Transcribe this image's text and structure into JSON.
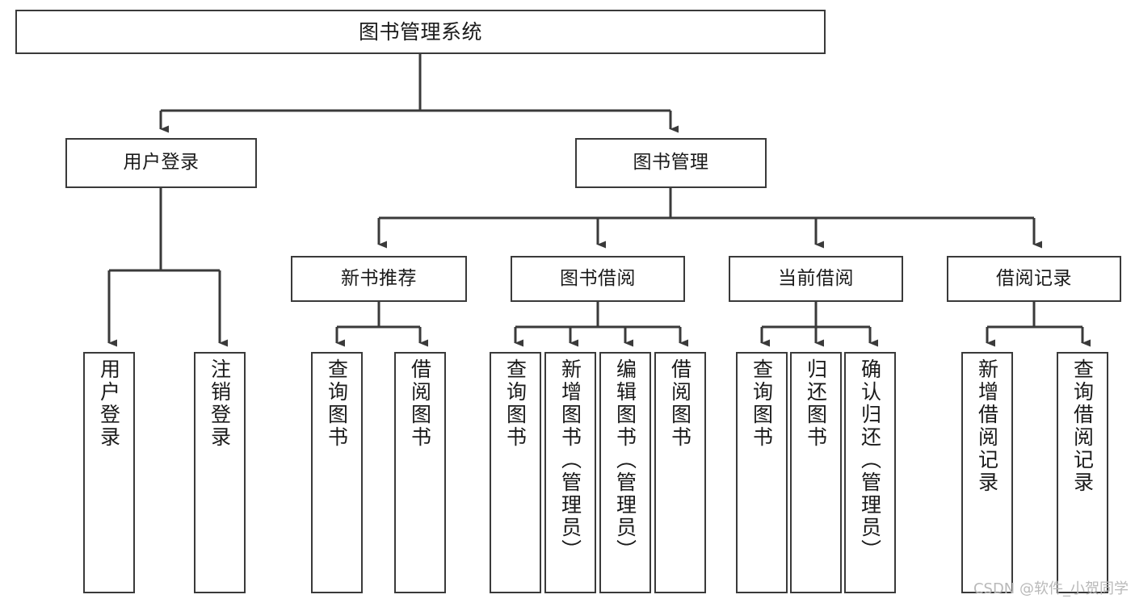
{
  "diagram": {
    "title": "图书管理系统",
    "type": "tree",
    "orientation": "top-down",
    "colors": {
      "background": "#ffffff",
      "box_border": "#3a3a3a",
      "box_fill": "#ffffff",
      "connector": "#3a3a3a",
      "text": "#1a1a1a",
      "watermark": "#b9b9b9"
    }
  },
  "nodes": {
    "root": {
      "label": "图书管理系统"
    },
    "level1": [
      {
        "id": "user-login",
        "label": "用户登录"
      },
      {
        "id": "book-management",
        "label": "图书管理"
      }
    ],
    "level2": [
      {
        "id": "new-book-recommend",
        "label": "新书推荐"
      },
      {
        "id": "book-borrow",
        "label": "图书借阅"
      },
      {
        "id": "current-borrow",
        "label": "当前借阅"
      },
      {
        "id": "borrow-record",
        "label": "借阅记录"
      }
    ],
    "leaves": {
      "user_login": [
        {
          "id": "leaf-user-login",
          "label": "用户登录"
        },
        {
          "id": "leaf-logout-login",
          "label": "注销登录"
        }
      ],
      "new_book_recommend": [
        {
          "id": "leaf-query-book-1",
          "label": "查询图书"
        },
        {
          "id": "leaf-borrow-book-1",
          "label": "借阅图书"
        }
      ],
      "book_borrow": [
        {
          "id": "leaf-query-book-2",
          "label": "查询图书"
        },
        {
          "id": "leaf-add-book-admin",
          "label": "新增图书（管理员）"
        },
        {
          "id": "leaf-edit-book-admin",
          "label": "编辑图书（管理员）"
        },
        {
          "id": "leaf-borrow-book-2",
          "label": "借阅图书"
        }
      ],
      "current_borrow": [
        {
          "id": "leaf-query-book-3",
          "label": "查询图书"
        },
        {
          "id": "leaf-return-book",
          "label": "归还图书"
        },
        {
          "id": "leaf-confirm-return-admin",
          "label": "确认归还（管理员）"
        }
      ],
      "borrow_record": [
        {
          "id": "leaf-add-borrow-record",
          "label": "新增借阅记录"
        },
        {
          "id": "leaf-query-borrow-record",
          "label": "查询借阅记录"
        }
      ]
    }
  },
  "watermark": {
    "text": "CSDN @软件_小贺同学"
  }
}
